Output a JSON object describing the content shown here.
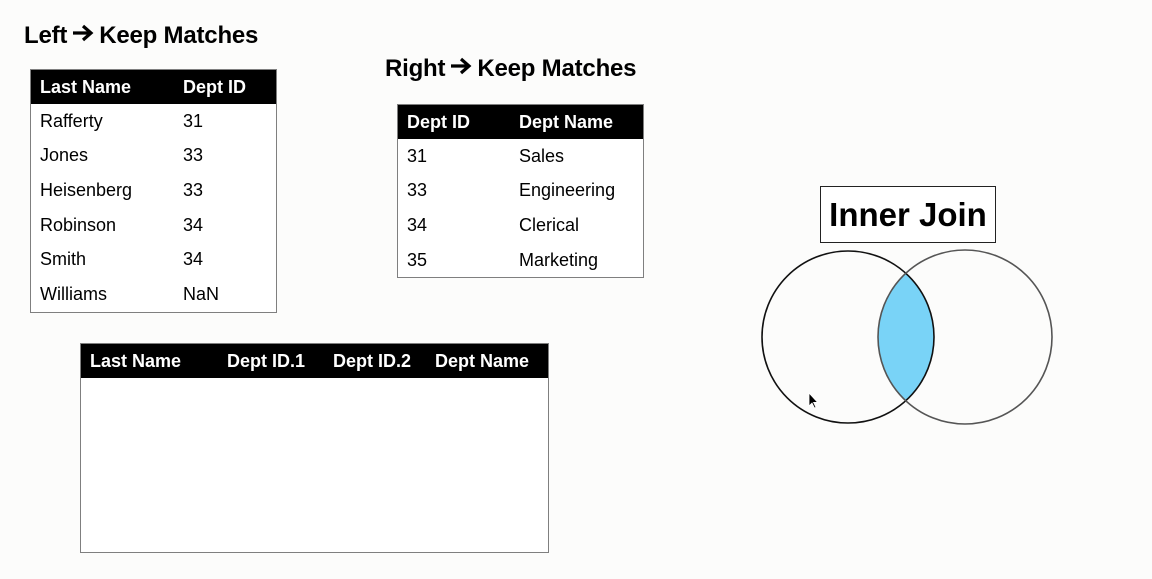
{
  "left": {
    "heading_a": "Left",
    "heading_b": "Keep Matches",
    "columns": [
      "Last Name",
      "Dept ID"
    ],
    "rows": [
      [
        "Rafferty",
        "31"
      ],
      [
        "Jones",
        "33"
      ],
      [
        "Heisenberg",
        "33"
      ],
      [
        "Robinson",
        "34"
      ],
      [
        "Smith",
        "34"
      ],
      [
        "Williams",
        "NaN"
      ]
    ]
  },
  "right": {
    "heading_a": "Right",
    "heading_b": "Keep Matches",
    "columns": [
      "Dept ID",
      "Dept Name"
    ],
    "rows": [
      [
        "31",
        "Sales"
      ],
      [
        "33",
        "Engineering"
      ],
      [
        "34",
        "Clerical"
      ],
      [
        "35",
        "Marketing"
      ]
    ]
  },
  "result": {
    "columns": [
      "Last Name",
      "Dept ID.1",
      "Dept ID.2",
      "Dept Name"
    ],
    "rows": []
  },
  "venn": {
    "title": "Inner Join",
    "highlight_color": "#79d3f7",
    "highlighted_region": "intersection"
  },
  "icons": {
    "arrow": "right-arrow-icon",
    "cursor": "mouse-pointer-icon"
  }
}
